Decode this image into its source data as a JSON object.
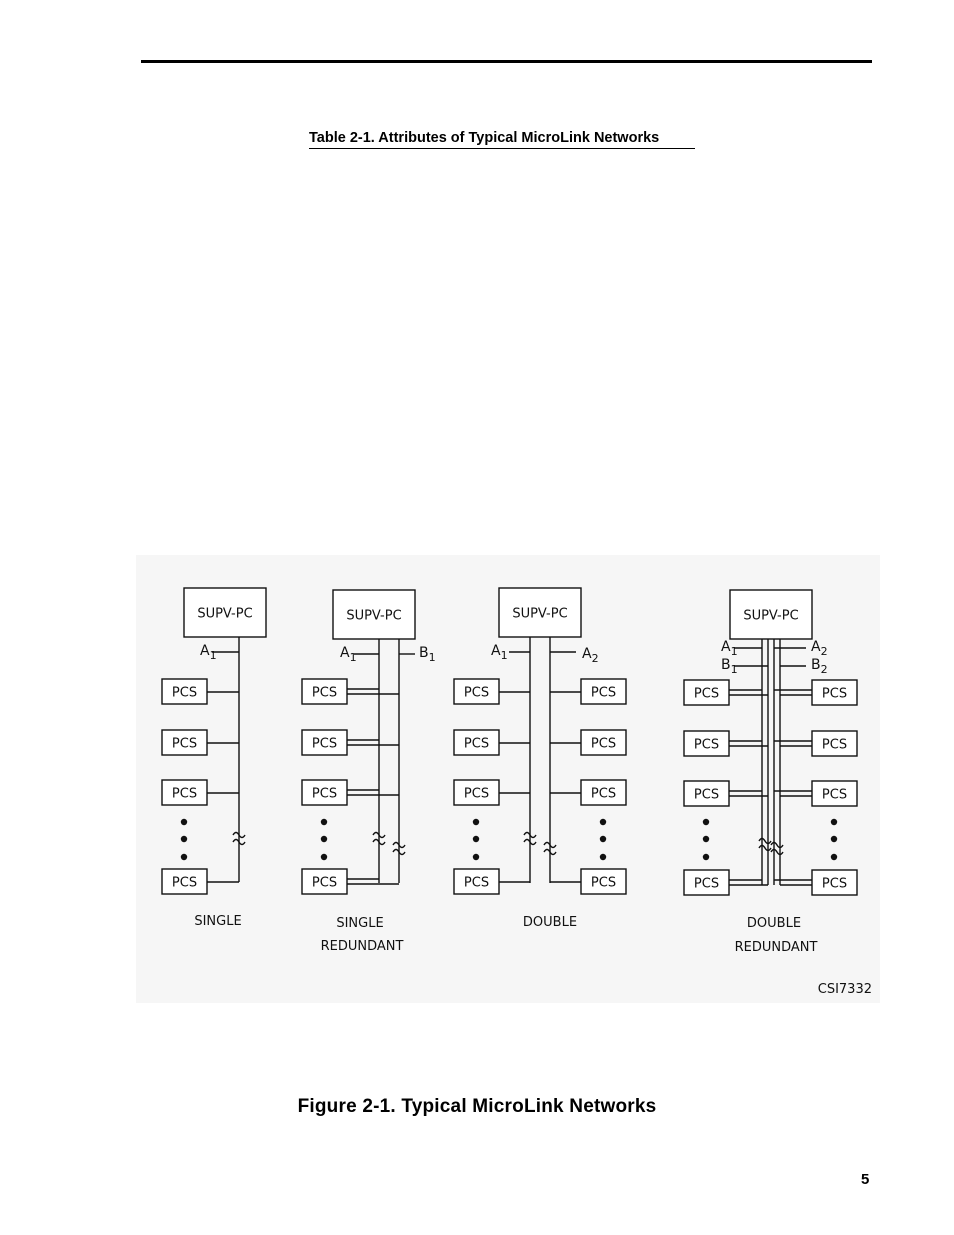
{
  "table_caption": "Table 2-1.  Attributes of Typical MicroLink Networks",
  "figure": {
    "caption": "Figure 2-1.  Typical MicroLink Networks",
    "code": "CSI7332",
    "supervisor_label": "SUPV-PC",
    "node_label": "PCS",
    "bus_labels": {
      "a1": "A",
      "b1": "B",
      "a2": "A",
      "b2": "B",
      "sub1": "1",
      "sub2": "2"
    },
    "network_labels": {
      "single": "SINGLE",
      "single_redundant": [
        "SINGLE",
        "REDUNDANT"
      ],
      "double": "DOUBLE",
      "double_redundant": [
        "DOUBLE",
        "REDUNDANT"
      ]
    }
  },
  "page_number": "5"
}
